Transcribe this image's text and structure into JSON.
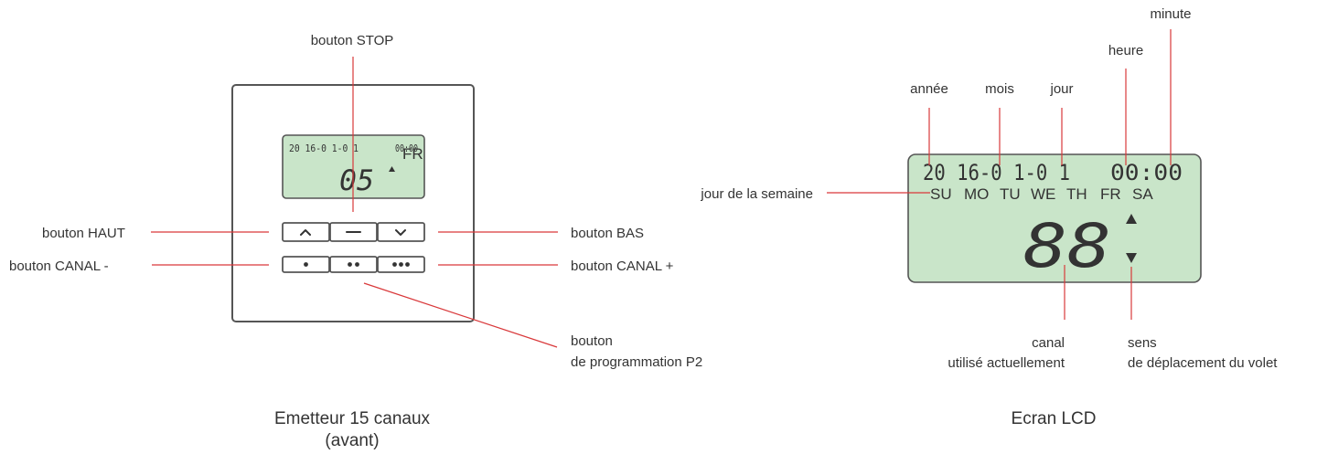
{
  "transmitter": {
    "caption_line1": "Emetteur 15 canaux",
    "caption_line2": "(avant)",
    "lcd_date": "20 16-0 1-0 1",
    "lcd_time": "00:00",
    "lcd_day": "FR",
    "lcd_channel": "05",
    "labels": {
      "stop": "bouton STOP",
      "haut": "bouton HAUT",
      "bas": "bouton BAS",
      "canal_minus": "bouton CANAL -",
      "canal_plus": "bouton CANAL +",
      "prog_line1": "bouton",
      "prog_line2": "de programmation P2"
    }
  },
  "lcd_screen": {
    "caption": "Ecran LCD",
    "date": "20 16-0 1-0 1",
    "time": "00:00",
    "days": [
      "SU",
      "MO",
      "TU",
      "WE",
      "TH",
      "FR",
      "SA"
    ],
    "channel": "88",
    "labels": {
      "annee": "année",
      "mois": "mois",
      "jour": "jour",
      "heure": "heure",
      "minute": "minute",
      "jour_semaine": "jour de la semaine",
      "canal_line1": "canal",
      "canal_line2": "utilisé actuellement",
      "sens_line1": "sens",
      "sens_line2": "de déplacement du volet"
    }
  },
  "colors": {
    "leader_line": "#d9383a",
    "lcd_background": "#c9e5c9",
    "outline": "#555555",
    "text": "#333333"
  }
}
